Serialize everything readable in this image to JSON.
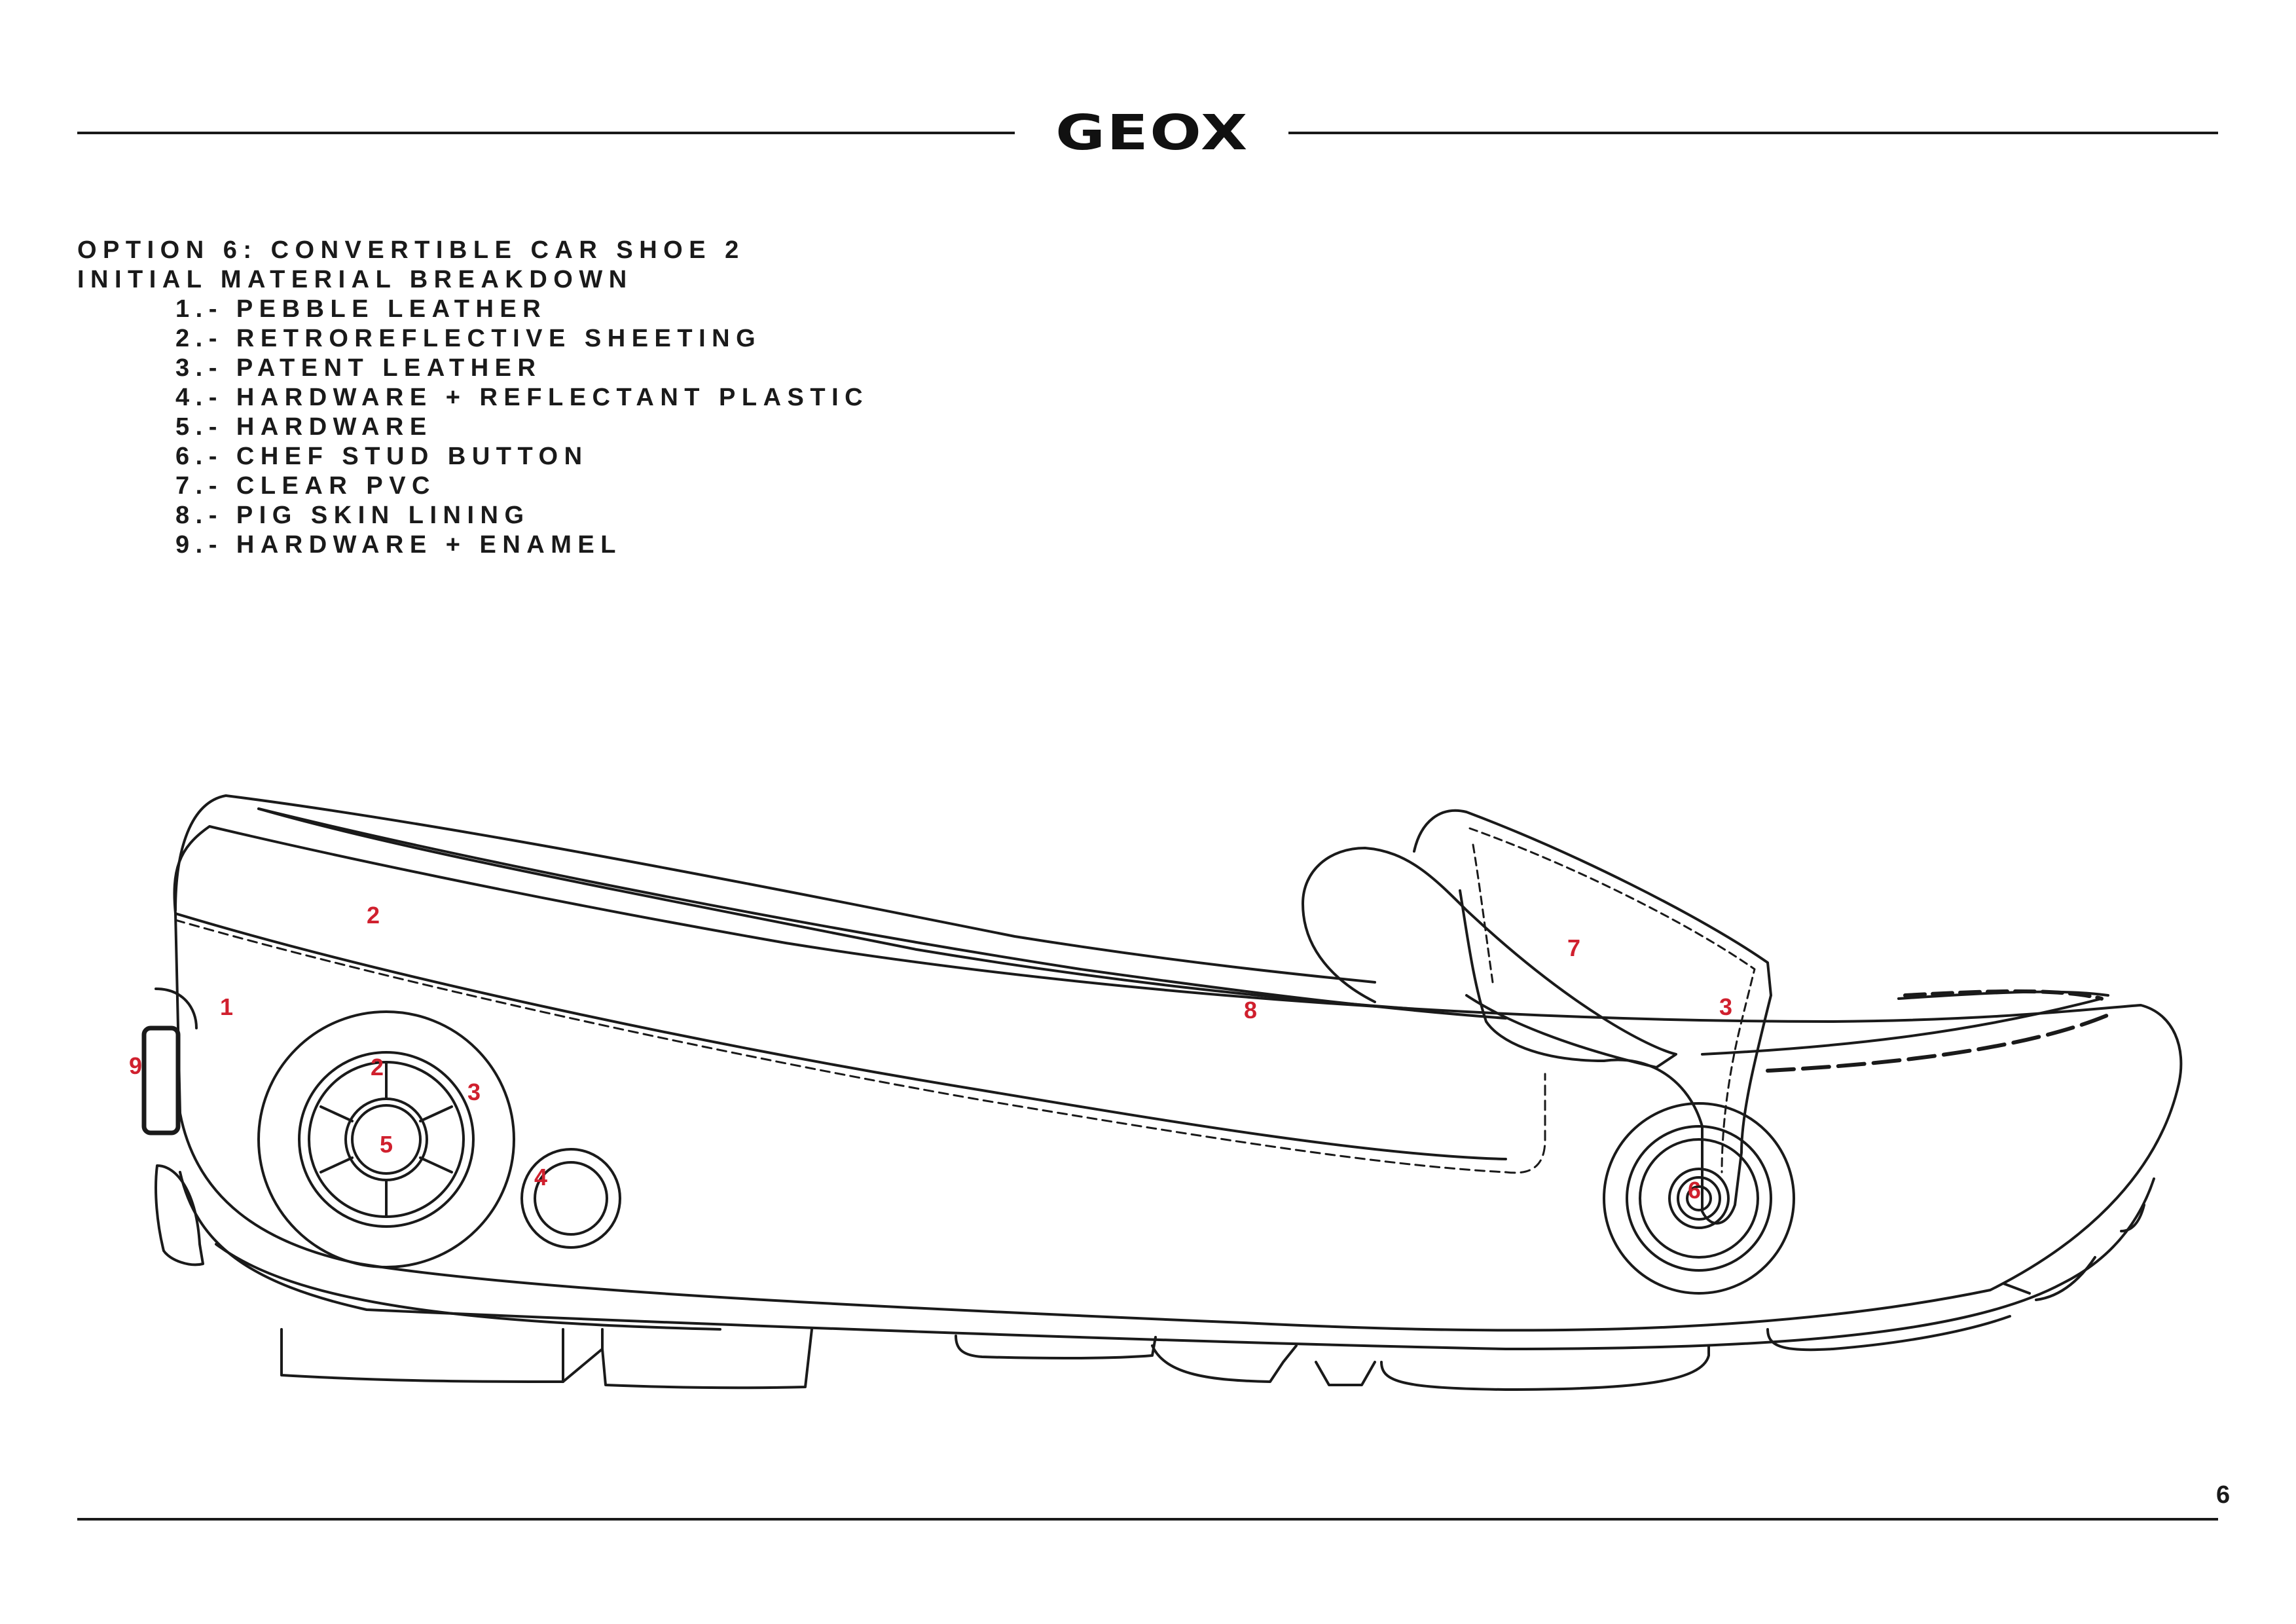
{
  "brand": {
    "logo_text": "GEOX"
  },
  "heading": {
    "title": "OPTION 6: CONVERTIBLE CAR SHOE 2",
    "subtitle": "INITIAL MATERIAL BREAKDOWN"
  },
  "materials": [
    "1.- PEBBLE LEATHER",
    "2.- RETROREFLECTIVE SHEETING",
    "3.- PATENT LEATHER",
    "4.- HARDWARE + REFLECTANT PLASTIC",
    "5.- HARDWARE",
    "6.- CHEF STUD BUTTON",
    "7.- CLEAR PVC",
    "8.- PIG SKIN LINING",
    "9.- HARDWARE + ENAMEL"
  ],
  "callouts": {
    "c1": "1",
    "c2a": "2",
    "c2b": "2",
    "c3a": "3",
    "c3b": "3",
    "c4": "4",
    "c5": "5",
    "c6": "6",
    "c7": "7",
    "c8": "8",
    "c9": "9"
  },
  "page_number": "6",
  "colors": {
    "line": "#1a1a1a",
    "callout": "#d0202e",
    "background": "#ffffff"
  }
}
